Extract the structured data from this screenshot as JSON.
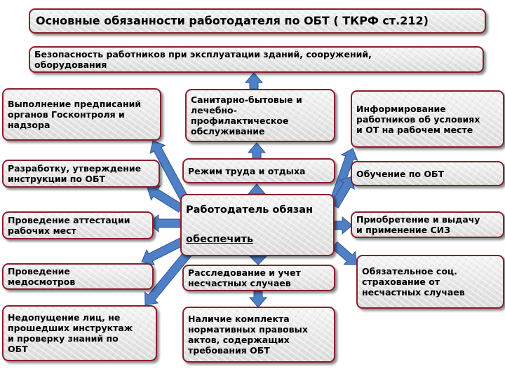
{
  "title": "Основные обязанности работодателя по ОБТ ( ТКРФ ст.212)",
  "center": {
    "line1": "Работодатель обязан",
    "line2": "обеспечить"
  },
  "boxes": {
    "safety_buildings": "Безопасность работников при эксплуатации зданий, сооружений,\nоборудования",
    "state_control": "Выполнение предписаний\nорганов Госконтроля и\nнадзора",
    "sanitary": "Санитарно-бытовые и\nлечебно-\nпрофилактическое\nобслуживание",
    "informing": "Информирование\nработников об условиях\nи ОТ на рабочем месте",
    "instructions": "Разработку, утверждение\nинструкции по ОБТ",
    "work_regime": "Режим труда и отдыха",
    "training": "Обучение по ОБТ",
    "attestation": "Проведение аттестации\nрабочих мест",
    "ppe": "Приобретение и выдачу\nи применение СИЗ",
    "medical": "Проведение\nмедосмотров",
    "investigation": "Расследование и учет\nнесчастных случаев",
    "insurance": "Обязательное соц.\nстрахование от\nнесчастных случаев",
    "non_admission": "Недопущение лиц, не\nпрошедших инструктаж\nи проверку знаний по\nОБТ",
    "regulations": "Наличие комплекта\nнормативных правовых\nактов, содержащих\nтребования ОБТ"
  },
  "colors": {
    "border": "#8a1f2c",
    "arrow_fill": "#4f7fc4",
    "arrow_stroke": "#2f5597"
  }
}
